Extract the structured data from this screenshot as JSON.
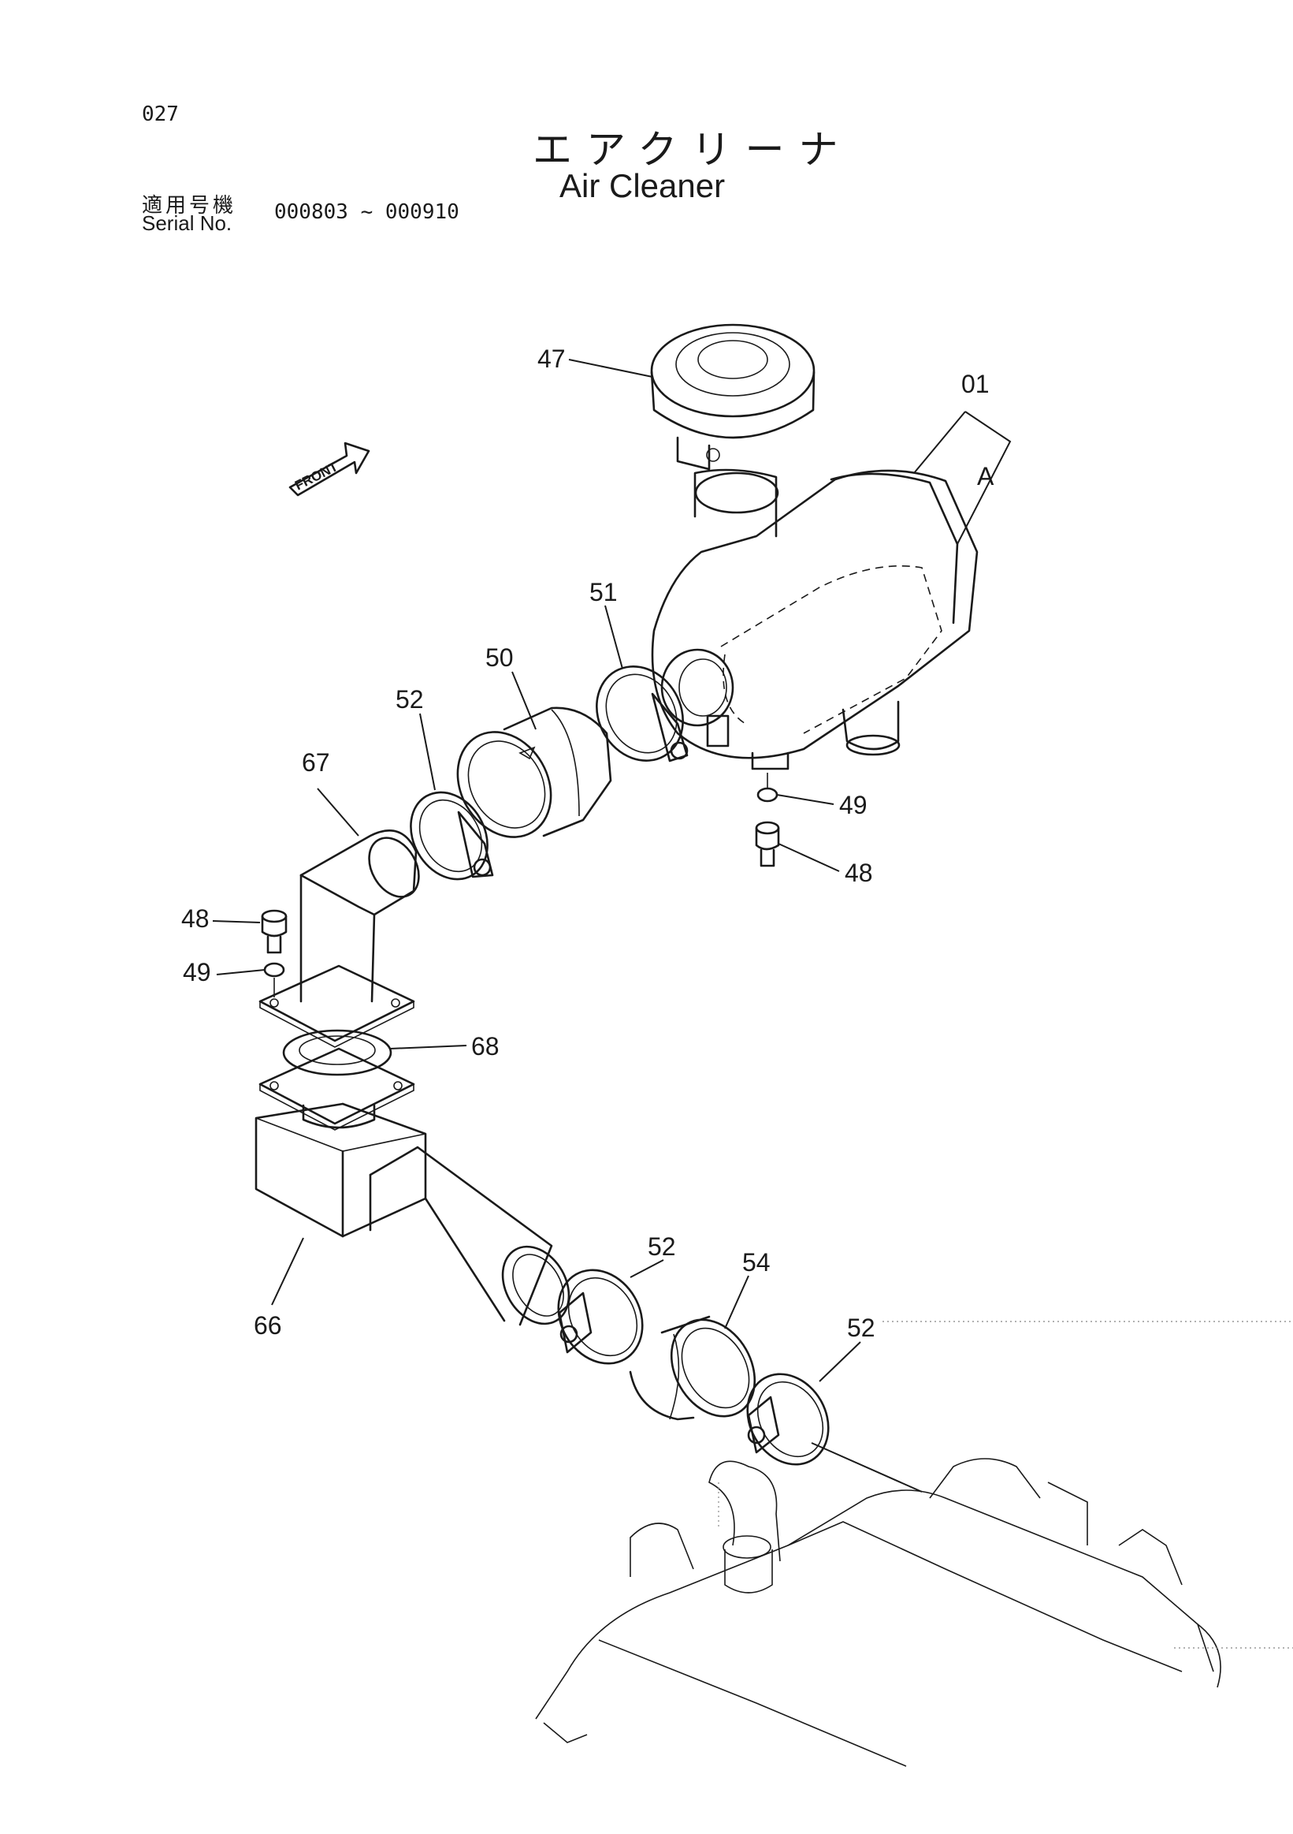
{
  "page_number": "027",
  "title_ja": "エアクリーナ",
  "title_en": "Air Cleaner",
  "serial_label_ja": "適用号機",
  "serial_label_en": "Serial No.",
  "serial_range": "000803 ~ 000910",
  "front_label": "FRONT",
  "callouts": {
    "p47": "47",
    "p01": "01",
    "pA": "A",
    "p51": "51",
    "p50": "50",
    "p52a": "52",
    "p67": "67",
    "p49a": "49",
    "p48a": "48",
    "p48b": "48",
    "p49b": "49",
    "p68": "68",
    "p52b": "52",
    "p54": "54",
    "p52c": "52",
    "p66": "66"
  }
}
